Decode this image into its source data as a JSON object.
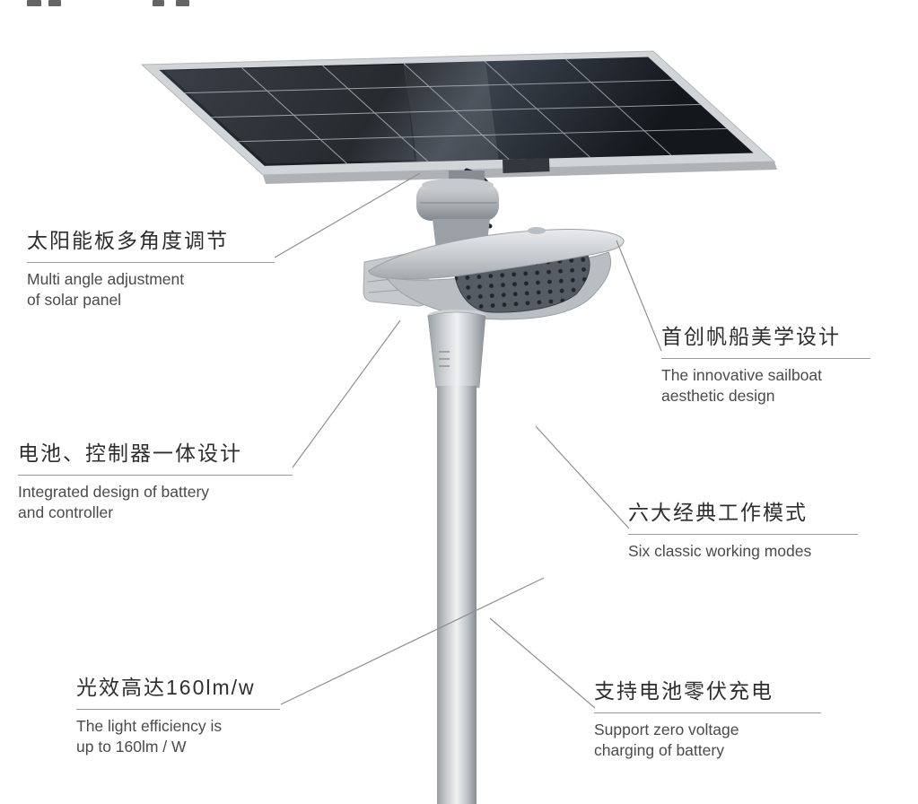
{
  "page": {
    "background": "#ffffff",
    "description_colors": {
      "title_text": "#2e2e2e",
      "body_text": "#4a4a4a",
      "leader_line": "#8f8f8f",
      "panel_cells": "#171b20",
      "panel_frame": "#d2d5d8",
      "metal_gray": "#c7cbce"
    }
  },
  "product": {
    "name": "solar-street-light",
    "parts": [
      "solar-panel",
      "panel-mount",
      "cable",
      "lamp-head",
      "led-array",
      "pole"
    ]
  },
  "callouts": {
    "left": [
      {
        "zh": "太阳能板多角度调节",
        "en": [
          "Multi angle adjustment",
          "of solar panel"
        ]
      },
      {
        "zh": "电池、控制器一体设计",
        "en": [
          "Integrated design of battery",
          "and controller"
        ]
      },
      {
        "zh": "光效高达160lm/w",
        "en": [
          "The light efficiency is",
          "up to 160lm / W"
        ]
      }
    ],
    "right": [
      {
        "zh": "首创帆船美学设计",
        "en": [
          "The innovative sailboat",
          "aesthetic design"
        ]
      },
      {
        "zh": "六大经典工作模式",
        "en": [
          "Six classic working modes"
        ]
      },
      {
        "zh": "支持电池零伏充电",
        "en": [
          "Support zero voltage",
          "charging of battery"
        ]
      }
    ]
  }
}
